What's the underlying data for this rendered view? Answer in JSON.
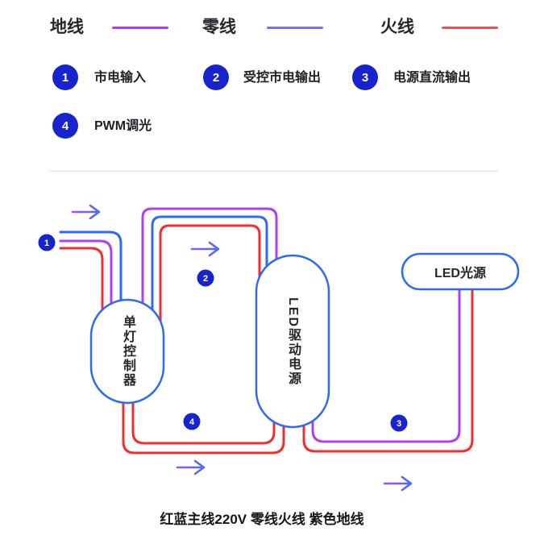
{
  "legend": {
    "wires": [
      {
        "label": "地线",
        "color": "#bb36f0"
      },
      {
        "label": "零线",
        "color": "#7470f3"
      },
      {
        "label": "火线",
        "color": "#fb4b4b"
      }
    ],
    "items": [
      {
        "num": "1",
        "label": "市电输入"
      },
      {
        "num": "2",
        "label": "受控市电输出"
      },
      {
        "num": "3",
        "label": "电源直流输出"
      },
      {
        "num": "4",
        "label": "PWM调光"
      }
    ]
  },
  "diagram": {
    "nodes": {
      "controller": {
        "label": "单灯控制器"
      },
      "driver": {
        "label": "LED驱动电源"
      },
      "led": {
        "label": "LED光源"
      }
    },
    "markers": [
      {
        "num": "1"
      },
      {
        "num": "2"
      },
      {
        "num": "3"
      },
      {
        "num": "4"
      }
    ],
    "wire_colors": {
      "ground_purple": "#ae3ff1",
      "neutral_blue": "#2e6bf2",
      "live_red": "#ee2f2d"
    },
    "badge_color": "#1724ce",
    "node_border_color": "#2e6bf2"
  },
  "caption": "红蓝主线220V 零线火线  紫色地线"
}
